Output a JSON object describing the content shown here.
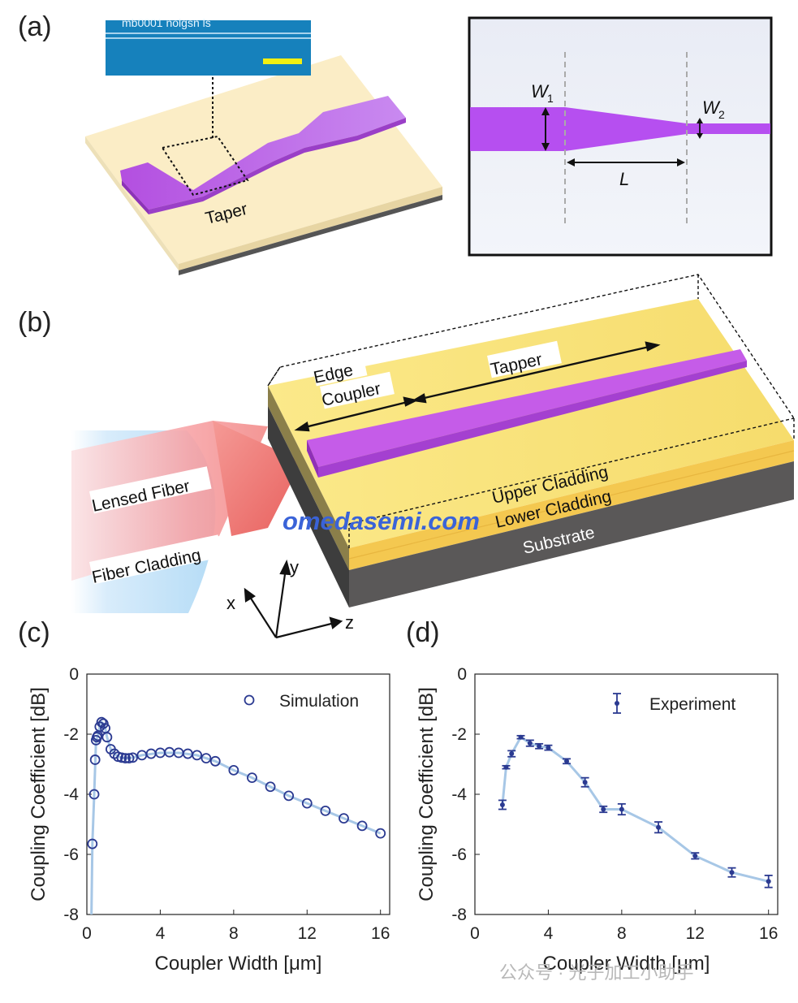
{
  "panels": {
    "a": {
      "label": "(a)",
      "micrograph_text": "mb0001 nolgsn ls",
      "taper_label": "Taper",
      "inset": {
        "w1": "W",
        "w1_sub": "1",
        "w2": "W",
        "w2_sub": "2",
        "length": "L"
      }
    },
    "b": {
      "label": "(b)",
      "labels": {
        "edge_coupler_line1": "Edge",
        "edge_coupler_line2": "Coupler",
        "tapper": "Tapper",
        "upper_cladding": "Upper Cladding",
        "lower_cladding": "Lower Cladding",
        "substrate": "Substrate",
        "lensed_fiber": "Lensed Fiber",
        "fiber_cladding": "Fiber Cladding",
        "watermark": "omedasemi.com"
      },
      "axes": {
        "x": "x",
        "y": "y",
        "z": "z"
      }
    },
    "c": {
      "label": "(c)"
    },
    "d": {
      "label": "(d)"
    }
  },
  "footer_watermark": "公众号 · 光子加工小助手",
  "colors": {
    "waveguide": "#c15ae8",
    "chip_top": "#fbedc6",
    "cladding": "#f6dc6e",
    "substrate": "#5b5b5b",
    "marker": "#2b3a91",
    "fit_line": "#a7c7e6"
  },
  "chart_data": [
    {
      "type": "scatter",
      "xlabel": "Coupler Width [μm]",
      "ylabel": "Coupling Coefficient [dB]",
      "xlim": [
        0,
        16.5
      ],
      "ylim": [
        -8,
        0
      ],
      "xticks": [
        0,
        4,
        8,
        12,
        16
      ],
      "yticks": [
        0,
        -2,
        -4,
        -6,
        -8
      ],
      "legend_position": "top-right",
      "series": [
        {
          "name": "Simulation",
          "marker": "open-circle",
          "x": [
            0.3,
            0.4,
            0.45,
            0.5,
            0.55,
            0.6,
            0.7,
            0.8,
            0.9,
            1.0,
            1.1,
            1.3,
            1.5,
            1.7,
            1.9,
            2.1,
            2.3,
            2.5,
            3.0,
            3.5,
            4.0,
            4.5,
            5.0,
            5.5,
            6.0,
            6.5,
            7.0,
            8.0,
            9.0,
            10.0,
            11.0,
            12.0,
            13.0,
            14.0,
            15.0,
            16.0
          ],
          "y": [
            -5.65,
            -4.0,
            -2.85,
            -2.2,
            -2.1,
            -2.05,
            -1.75,
            -1.6,
            -1.65,
            -1.8,
            -2.1,
            -2.5,
            -2.65,
            -2.75,
            -2.78,
            -2.8,
            -2.8,
            -2.78,
            -2.7,
            -2.65,
            -2.62,
            -2.6,
            -2.62,
            -2.65,
            -2.7,
            -2.8,
            -2.9,
            -3.2,
            -3.45,
            -3.75,
            -4.05,
            -4.3,
            -4.55,
            -4.8,
            -5.05,
            -5.3
          ]
        },
        {
          "name": "",
          "marker": "line",
          "x": [
            0.25,
            0.3,
            0.4,
            0.5,
            0.6,
            0.7,
            0.8,
            0.9,
            1.0,
            1.1,
            1.3,
            1.5,
            1.7,
            2.0,
            2.5,
            3.0,
            4.0,
            5.0,
            6.0,
            7.0,
            8.0,
            9.0,
            10.0,
            11.0,
            12.0,
            13.0,
            14.0,
            15.0,
            16.0
          ],
          "y": [
            -8.0,
            -5.65,
            -4.0,
            -2.2,
            -2.05,
            -1.75,
            -1.6,
            -1.65,
            -1.8,
            -2.1,
            -2.5,
            -2.65,
            -2.75,
            -2.8,
            -2.78,
            -2.7,
            -2.62,
            -2.62,
            -2.7,
            -2.9,
            -3.2,
            -3.45,
            -3.75,
            -4.05,
            -4.3,
            -4.55,
            -4.8,
            -5.05,
            -5.3
          ]
        }
      ]
    },
    {
      "type": "scatter",
      "xlabel": "Coupler Width [μm]",
      "ylabel": "Coupling Coefficient [dB]",
      "xlim": [
        0,
        16.5
      ],
      "ylim": [
        -8,
        0
      ],
      "xticks": [
        0,
        4,
        8,
        12,
        16
      ],
      "yticks": [
        0,
        -2,
        -4,
        -6,
        -8
      ],
      "legend_position": "top-right",
      "series": [
        {
          "name": "Experiment",
          "marker": "dot-errorbar",
          "x": [
            1.5,
            1.7,
            2.0,
            2.5,
            3.0,
            3.5,
            4.0,
            5.0,
            6.0,
            7.0,
            8.0,
            10.0,
            12.0,
            14.0,
            16.0
          ],
          "y": [
            -4.35,
            -3.1,
            -2.65,
            -2.1,
            -2.3,
            -2.4,
            -2.45,
            -2.9,
            -3.6,
            -4.5,
            -4.5,
            -5.1,
            -6.05,
            -6.6,
            -6.9
          ],
          "err": [
            0.15,
            0.05,
            0.1,
            0.05,
            0.1,
            0.08,
            0.08,
            0.08,
            0.15,
            0.1,
            0.18,
            0.18,
            0.1,
            0.15,
            0.2
          ]
        }
      ]
    }
  ]
}
